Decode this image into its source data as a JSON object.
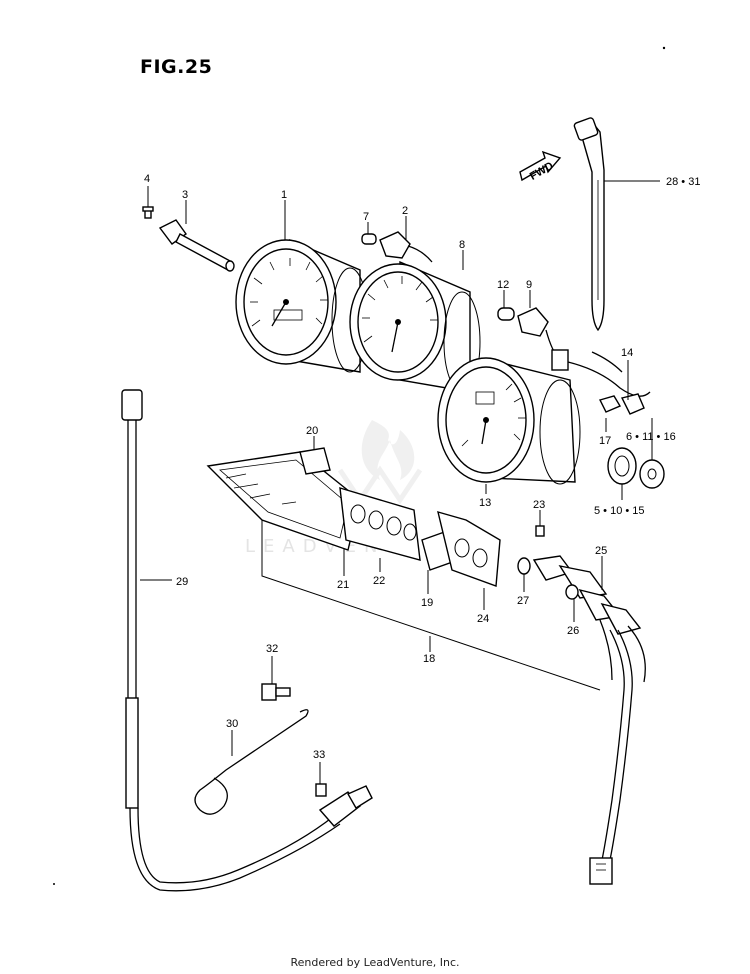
{
  "figure": {
    "title": "FIG.25",
    "credit": "Rendered by LeadVenture, Inc.",
    "watermark": "LEADVENTURE",
    "fwd_label": "FWD"
  },
  "callouts": {
    "c1": "1",
    "c2": "2",
    "c3": "3",
    "c4": "4",
    "c7": "7",
    "c8": "8",
    "c9": "9",
    "c12": "12",
    "c13": "13",
    "c14": "14",
    "c17": "17",
    "c18": "18",
    "c19": "19",
    "c20": "20",
    "c21": "21",
    "c22": "22",
    "c23": "23",
    "c24": "24",
    "c25": "25",
    "c26": "26",
    "c27": "27",
    "c28_31": "28 • 31",
    "c29": "29",
    "c30": "30",
    "c32": "32",
    "c33": "33",
    "c5_10_15": "5 • 10 • 15",
    "c6_11_16": "6 • 11 • 16"
  },
  "colors": {
    "line": "#000000",
    "background": "#ffffff",
    "watermark": "#e4e4e4"
  }
}
